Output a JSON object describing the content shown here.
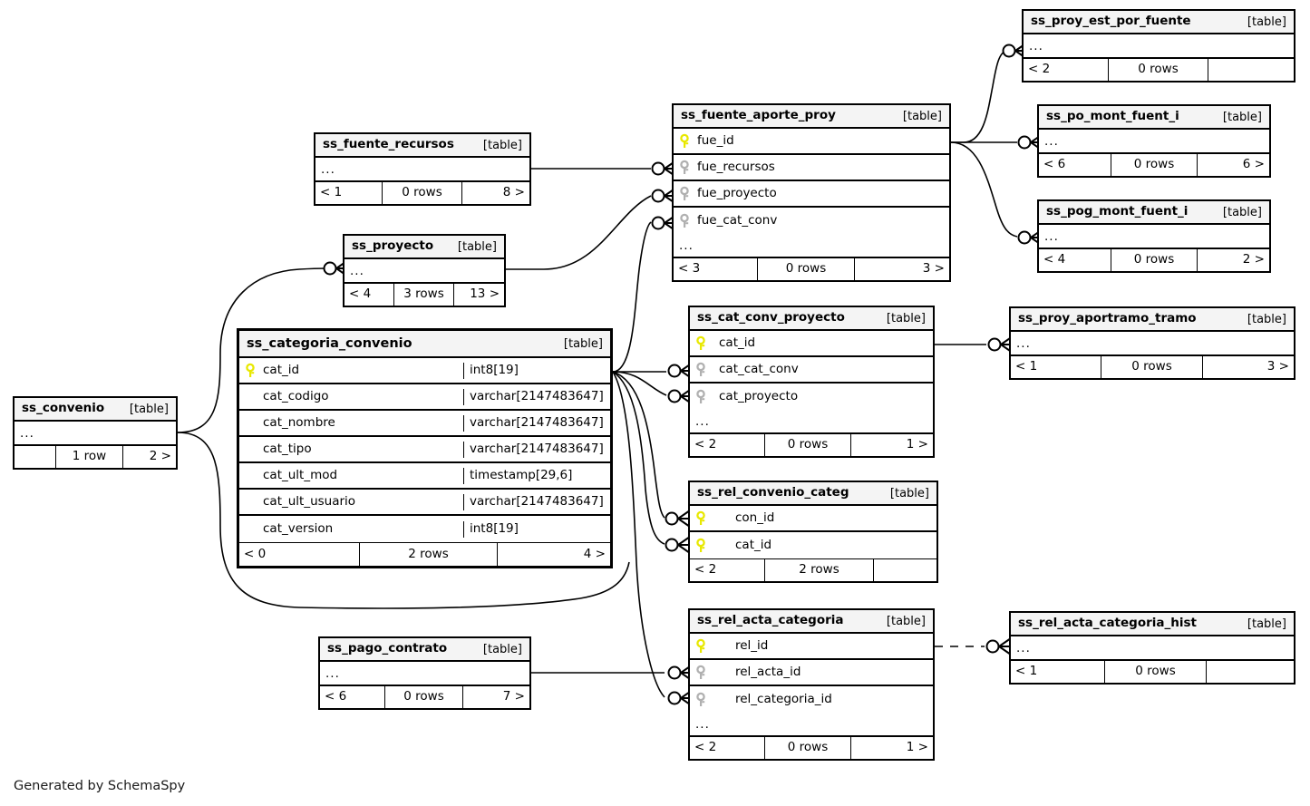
{
  "diagram": {
    "generator_credit": "Generated by SchemaSpy",
    "table_kind_label": "[table]",
    "ellipsis": "...",
    "colors": {
      "pk_key": "#e8e800",
      "fk_key": "#b0b0b0",
      "border": "#000000",
      "title_bg": "#f4f4f4",
      "background": "#ffffff"
    }
  },
  "tables": {
    "ss_proy_est_por_fuente": {
      "name": "ss_proy_est_por_fuente",
      "kind": "[table]",
      "ellipsis": "...",
      "footer": {
        "left": "< 2",
        "mid": "0 rows",
        "right": ""
      }
    },
    "ss_po_mont_fuent_i": {
      "name": "ss_po_mont_fuent_i",
      "kind": "[table]",
      "ellipsis": "...",
      "footer": {
        "left": "< 6",
        "mid": "0 rows",
        "right": "6 >"
      }
    },
    "ss_pog_mont_fuent_i": {
      "name": "ss_pog_mont_fuent_i",
      "kind": "[table]",
      "ellipsis": "...",
      "footer": {
        "left": "< 4",
        "mid": "0 rows",
        "right": "2 >"
      }
    },
    "ss_fuente_aporte_proy": {
      "name": "ss_fuente_aporte_proy",
      "kind": "[table]",
      "ellipsis": "...",
      "columns": [
        {
          "label": "fue_id",
          "key": "pk"
        },
        {
          "label": "fue_recursos",
          "key": "fk"
        },
        {
          "label": "fue_proyecto",
          "key": "fk"
        },
        {
          "label": "fue_cat_conv",
          "key": "fk"
        }
      ],
      "footer": {
        "left": "< 3",
        "mid": "0 rows",
        "right": "3 >"
      }
    },
    "ss_fuente_recursos": {
      "name": "ss_fuente_recursos",
      "kind": "[table]",
      "ellipsis": "...",
      "footer": {
        "left": "< 1",
        "mid": "0 rows",
        "right": "8 >"
      }
    },
    "ss_proyecto": {
      "name": "ss_proyecto",
      "kind": "[table]",
      "ellipsis": "...",
      "footer": {
        "left": "< 4",
        "mid": "3 rows",
        "right": "13 >"
      }
    },
    "ss_convenio": {
      "name": "ss_convenio",
      "kind": "[table]",
      "ellipsis": "...",
      "footer": {
        "left": "",
        "mid": "1 row",
        "right": "2 >"
      }
    },
    "ss_categoria_convenio": {
      "name": "ss_categoria_convenio",
      "kind": "[table]",
      "columns": [
        {
          "label": "cat_id",
          "key": "pk",
          "type": "int8[19]"
        },
        {
          "label": "cat_codigo",
          "key": "",
          "type": "varchar[2147483647]"
        },
        {
          "label": "cat_nombre",
          "key": "",
          "type": "varchar[2147483647]"
        },
        {
          "label": "cat_tipo",
          "key": "",
          "type": "varchar[2147483647]"
        },
        {
          "label": "cat_ult_mod",
          "key": "",
          "type": "timestamp[29,6]"
        },
        {
          "label": "cat_ult_usuario",
          "key": "",
          "type": "varchar[2147483647]"
        },
        {
          "label": "cat_version",
          "key": "",
          "type": "int8[19]"
        }
      ],
      "footer": {
        "left": "< 0",
        "mid": "2 rows",
        "right": "4 >"
      }
    },
    "ss_cat_conv_proyecto": {
      "name": "ss_cat_conv_proyecto",
      "kind": "[table]",
      "ellipsis": "...",
      "columns": [
        {
          "label": "cat_id",
          "key": "pk"
        },
        {
          "label": "cat_cat_conv",
          "key": "fk"
        },
        {
          "label": "cat_proyecto",
          "key": "fk"
        }
      ],
      "footer": {
        "left": "< 2",
        "mid": "0 rows",
        "right": "1 >"
      }
    },
    "ss_proy_aportramo_tramo": {
      "name": "ss_proy_aportramo_tramo",
      "kind": "[table]",
      "ellipsis": "...",
      "footer": {
        "left": "< 1",
        "mid": "0 rows",
        "right": "3 >"
      }
    },
    "ss_rel_convenio_categ": {
      "name": "ss_rel_convenio_categ",
      "kind": "[table]",
      "columns": [
        {
          "label": "con_id",
          "key": "pk",
          "indent": true
        },
        {
          "label": "cat_id",
          "key": "pk",
          "indent": true
        }
      ],
      "footer": {
        "left": "< 2",
        "mid": "2 rows",
        "right": ""
      }
    },
    "ss_rel_acta_categoria": {
      "name": "ss_rel_acta_categoria",
      "kind": "[table]",
      "ellipsis": "...",
      "columns": [
        {
          "label": "rel_id",
          "key": "pk",
          "indent": true
        },
        {
          "label": "rel_acta_id",
          "key": "fk",
          "indent": true
        },
        {
          "label": "rel_categoria_id",
          "key": "fk",
          "indent": true
        }
      ],
      "footer": {
        "left": "< 2",
        "mid": "0 rows",
        "right": "1 >"
      }
    },
    "ss_rel_acta_categoria_hist": {
      "name": "ss_rel_acta_categoria_hist",
      "kind": "[table]",
      "ellipsis": "...",
      "footer": {
        "left": "< 1",
        "mid": "0 rows",
        "right": ""
      }
    },
    "ss_pago_contrato": {
      "name": "ss_pago_contrato",
      "kind": "[table]",
      "ellipsis": "...",
      "footer": {
        "left": "< 6",
        "mid": "0 rows",
        "right": "7 >"
      }
    }
  }
}
